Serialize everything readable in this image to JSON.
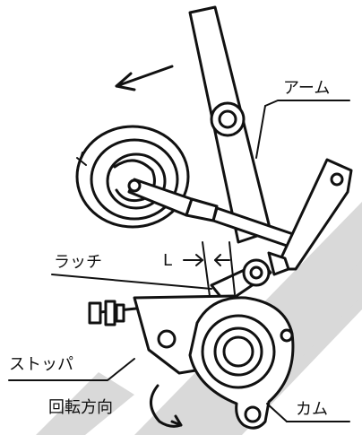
{
  "labels": {
    "arm": "アーム",
    "latch": "ラッチ",
    "gap": "L",
    "stopper": "ストッパ",
    "rotation": "回転方向",
    "cam": "カム"
  },
  "colors": {
    "ink": "#111111",
    "watermark": "#d9d9d9",
    "paper": "#ffffff"
  },
  "icons": {
    "direction_arrow": "arrow-left-icon",
    "rotation_arrow": "curved-arrow-icon"
  }
}
